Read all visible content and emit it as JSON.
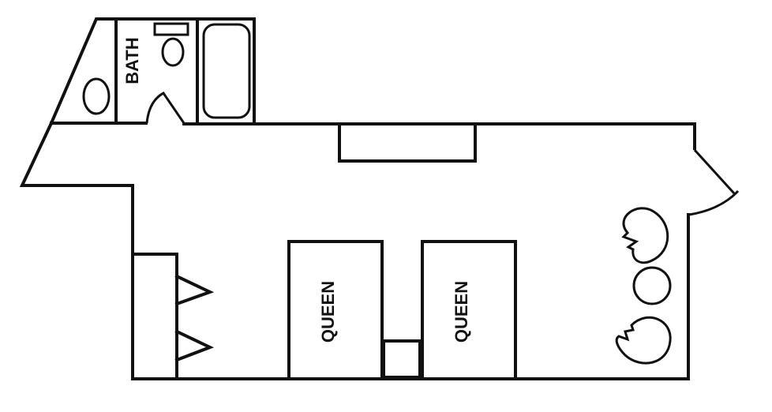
{
  "rooms": {
    "bath_label": "BATH"
  },
  "beds": [
    {
      "label": "QUEEN"
    },
    {
      "label": "QUEEN"
    }
  ],
  "colors": {
    "line": "#111111",
    "background": "#ffffff"
  },
  "icons": [
    "toilet-icon",
    "bathtub-icon",
    "sink-icon",
    "door-swing-icon",
    "chair-icon",
    "closet-hanger-icon"
  ]
}
